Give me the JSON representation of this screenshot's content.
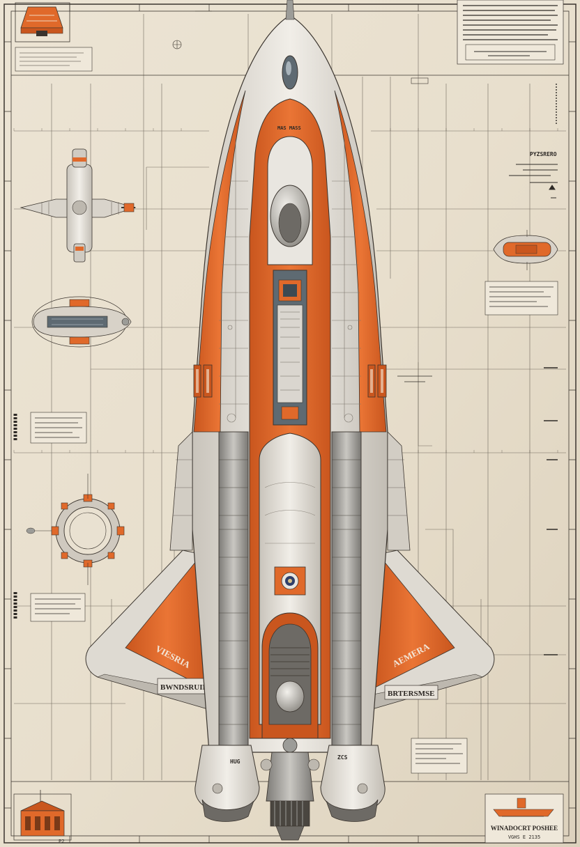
{
  "colors": {
    "paper": "#e9e1d1",
    "ink": "#2e2a26",
    "orange": "#e0692a",
    "hull": "#e4e0d8",
    "steel": "#9c9c98",
    "slate": "#5e6a72"
  },
  "labels": {
    "header_plate": "MAS MASS",
    "spec_right": "PYZSRERO",
    "wing_left": "VIESRIA",
    "wing_right": "AEMERA",
    "plate_left": "BWNDSRUINS",
    "plate_right": "BRTERSMSE",
    "pod_left": "HUG",
    "pod_right": "ZCS",
    "footer_title": "WINADOCRT POSHEE",
    "footer_sub": "VGHS E 2135",
    "footer_code": "P2"
  },
  "icons": [
    "capsule-icon",
    "space-station-icon",
    "pod-icon",
    "ring-module-icon",
    "hangar-icon",
    "engine-nacelle-icon",
    "emblem-icon"
  ]
}
